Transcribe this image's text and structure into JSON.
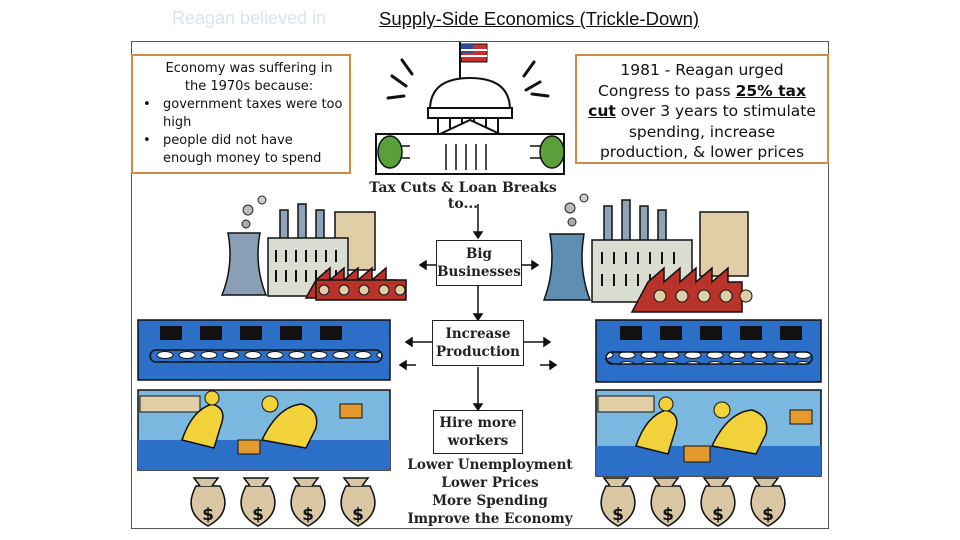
{
  "title": {
    "ghost": "Reagan believed in",
    "main": "Supply-Side Economics (Trickle-Down)"
  },
  "callouts": {
    "left": {
      "intro": "Economy was suffering in the 1970s because:",
      "bullets": [
        "government taxes were too high",
        "people did not have enough money to spend"
      ]
    },
    "right": {
      "pre": "1981 - Reagan urged Congress to pass ",
      "highlight": "25% tax cut",
      "post": " over 3 years to stimulate spending, increase production, & lower prices"
    }
  },
  "diagram": {
    "heading": "Tax Cuts & Loan Breaks to...",
    "boxes": {
      "big_businesses": "Big Businesses",
      "increase_production": "Increase Production",
      "hire_workers": "Hire more workers"
    },
    "outcomes": [
      "Lower Unemployment",
      "Lower Prices",
      "More Spending",
      "Improve the Economy"
    ],
    "money_bag_symbol": "$"
  },
  "colors": {
    "callout_border": "#d08a44",
    "factory_red": "#b8342b",
    "conveyor_blue": "#2b6fc9",
    "worker_yellow": "#f2d23a",
    "bag_tan": "#d9c7a3"
  }
}
